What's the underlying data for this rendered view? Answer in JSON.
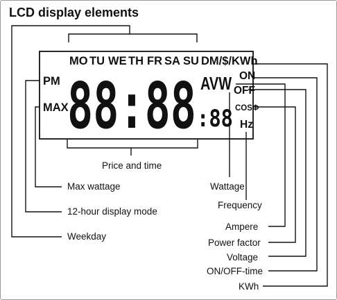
{
  "title": "LCD display elements",
  "lcd": {
    "days": [
      "MO",
      "TU",
      "WE",
      "TH",
      "FR",
      "SA",
      "SU"
    ],
    "unit_label": "DM/$/KWh",
    "pm": "PM",
    "max": "MAX",
    "main_digits": "88:88",
    "small_digits": ":88",
    "awv": "AVW",
    "on": "ON",
    "off": "OFF",
    "cos": "COSΦ",
    "hz": "Hz"
  },
  "labels": {
    "price_time": "Price and time",
    "max_wattage": "Max wattage",
    "hour_mode": "12-hour display mode",
    "weekday": "Weekday",
    "wattage": "Wattage",
    "frequency": "Frequency",
    "ampere": "Ampere",
    "power_factor": "Power factor",
    "voltage": "Voltage",
    "on_off_time": "ON/OFF-time",
    "kwh": "KWh"
  }
}
